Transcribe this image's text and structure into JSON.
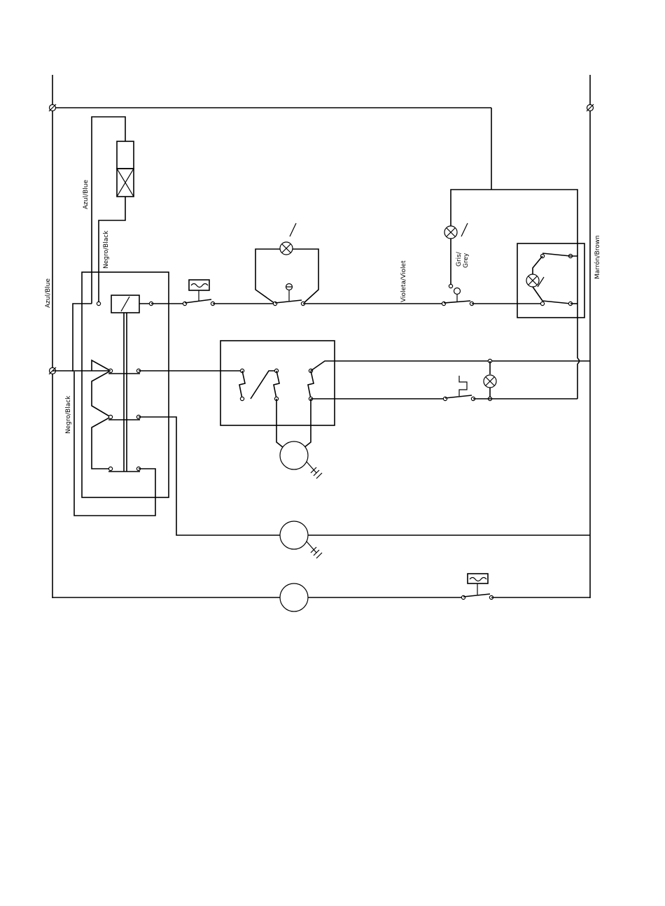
{
  "wire_labels": {
    "azul_blue_left": "Azul/Blue",
    "azul_blue_inner": "Azul/Blue",
    "negro_black_upper": "Negro/Black",
    "negro_black_lower": "Negro/Black",
    "violeta_violet": "Violeta/Violet",
    "gris_grey_1": "Gris/",
    "gris_grey_2": "Grey",
    "marron_brown": "Marrón/Brown"
  }
}
